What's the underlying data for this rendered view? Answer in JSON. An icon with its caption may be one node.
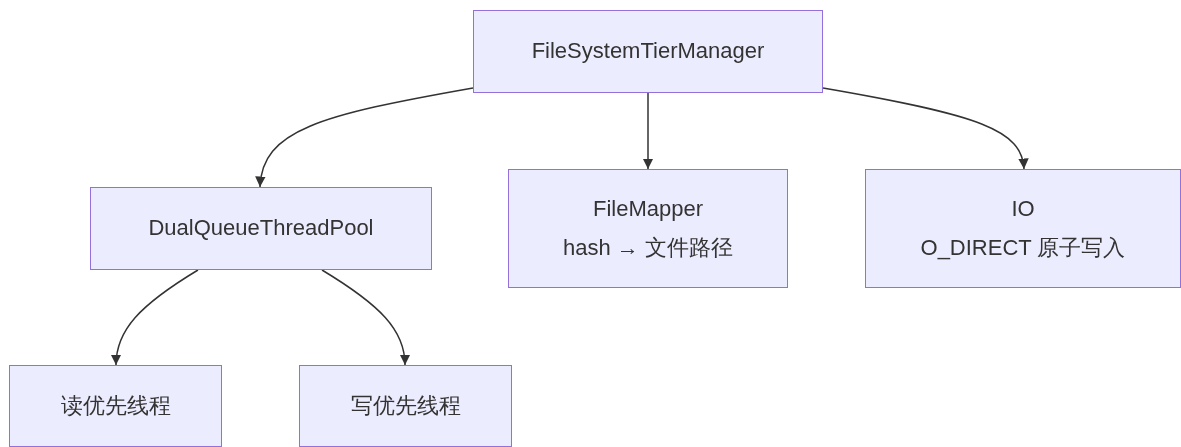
{
  "diagram": {
    "nodes": [
      {
        "text": [
          "FileSystemTierManager"
        ]
      },
      {
        "text": [
          "DualQueueThreadPool"
        ]
      },
      {
        "text": [
          "FileMapper",
          "hash → 文件路径"
        ]
      },
      {
        "text": [
          "IO",
          "O_DIRECT 原子写入"
        ]
      },
      {
        "text": [
          "读优先线程"
        ]
      },
      {
        "text": [
          "写优先线程"
        ]
      }
    ],
    "edges": [
      {
        "from": 0,
        "to": 1,
        "arrow": "to"
      },
      {
        "from": 0,
        "to": 2,
        "arrow": "to"
      },
      {
        "from": 0,
        "to": 3,
        "arrow": "to"
      },
      {
        "from": 1,
        "to": 4,
        "arrow": "to"
      },
      {
        "from": 1,
        "to": 5,
        "arrow": "to"
      }
    ]
  }
}
